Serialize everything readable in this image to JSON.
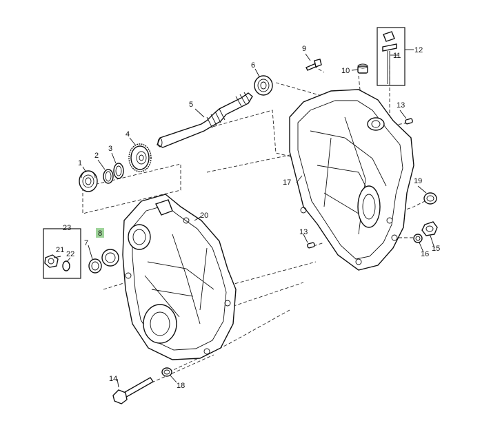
{
  "diagram": {
    "highlight_color": "#9fd49a",
    "callouts": [
      {
        "id": "c1",
        "text": "1"
      },
      {
        "id": "c2",
        "text": "2"
      },
      {
        "id": "c3",
        "text": "3"
      },
      {
        "id": "c4",
        "text": "4"
      },
      {
        "id": "c5",
        "text": "5"
      },
      {
        "id": "c6",
        "text": "6"
      },
      {
        "id": "c7",
        "text": "7"
      },
      {
        "id": "c8",
        "text": "8",
        "highlighted": true
      },
      {
        "id": "c9",
        "text": "9"
      },
      {
        "id": "c10",
        "text": "10"
      },
      {
        "id": "c11",
        "text": "11"
      },
      {
        "id": "c12",
        "text": "12"
      },
      {
        "id": "c13a",
        "text": "13"
      },
      {
        "id": "c13b",
        "text": "13"
      },
      {
        "id": "c14",
        "text": "14"
      },
      {
        "id": "c15",
        "text": "15"
      },
      {
        "id": "c16",
        "text": "16"
      },
      {
        "id": "c17",
        "text": "17"
      },
      {
        "id": "c18",
        "text": "18"
      },
      {
        "id": "c19",
        "text": "19"
      },
      {
        "id": "c20",
        "text": "20"
      },
      {
        "id": "c21",
        "text": "21"
      },
      {
        "id": "c22",
        "text": "22"
      },
      {
        "id": "c23",
        "text": "23"
      }
    ]
  }
}
